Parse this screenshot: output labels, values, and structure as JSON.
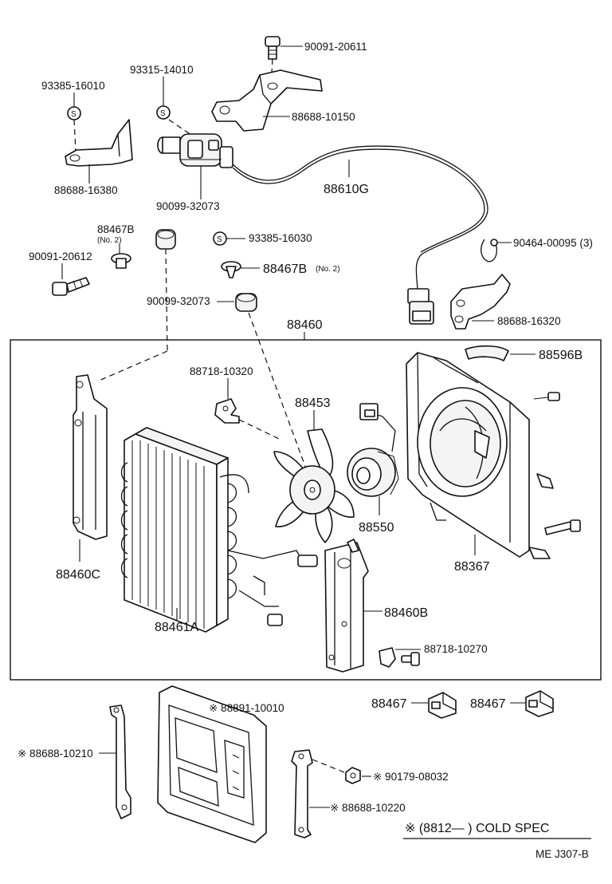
{
  "labels": {
    "p90091_20611": "90091-20611",
    "p93315_14010": "93315-14010",
    "p93385_16010": "93385-16010",
    "p88688_10150": "88688-10150",
    "p88688_16380": "88688-16380",
    "p88610G": "88610G",
    "p90099_32073_a": "90099-32073",
    "p88467B_a": "88467B",
    "no2_a": "(No. 2)",
    "p90091_20612": "90091-20612",
    "p93385_16030": "93385-16030",
    "p88467B_b": "88467B",
    "no2_b": "(No. 2)",
    "p90464_00095": "90464-00095 (3)",
    "p90099_32073_b": "90099-32073",
    "p88688_16320": "88688-16320",
    "p88460": "88460",
    "p88596B": "88596B",
    "p88718_10320": "88718-10320",
    "p88453": "88453",
    "p88550": "88550",
    "p88367": "88367",
    "p88460C": "88460C",
    "p88460B": "88460B",
    "p88461A": "88461A",
    "p88718_10270": "88718-10270",
    "p88467_a": "88467",
    "p88467_b": "88467",
    "p88891_10010": "※ 88891-10010",
    "p88688_10210": "※ 88688-10210",
    "p90179_08032": "※  90179-08032",
    "p88688_10220": "※ 88688-10220",
    "s_mark_1": "S",
    "s_mark_2": "S",
    "s_mark_3": "S"
  },
  "legend": {
    "note": "※ (8812—      ) COLD SPEC"
  },
  "footer": {
    "code": "ME  J307-B"
  }
}
